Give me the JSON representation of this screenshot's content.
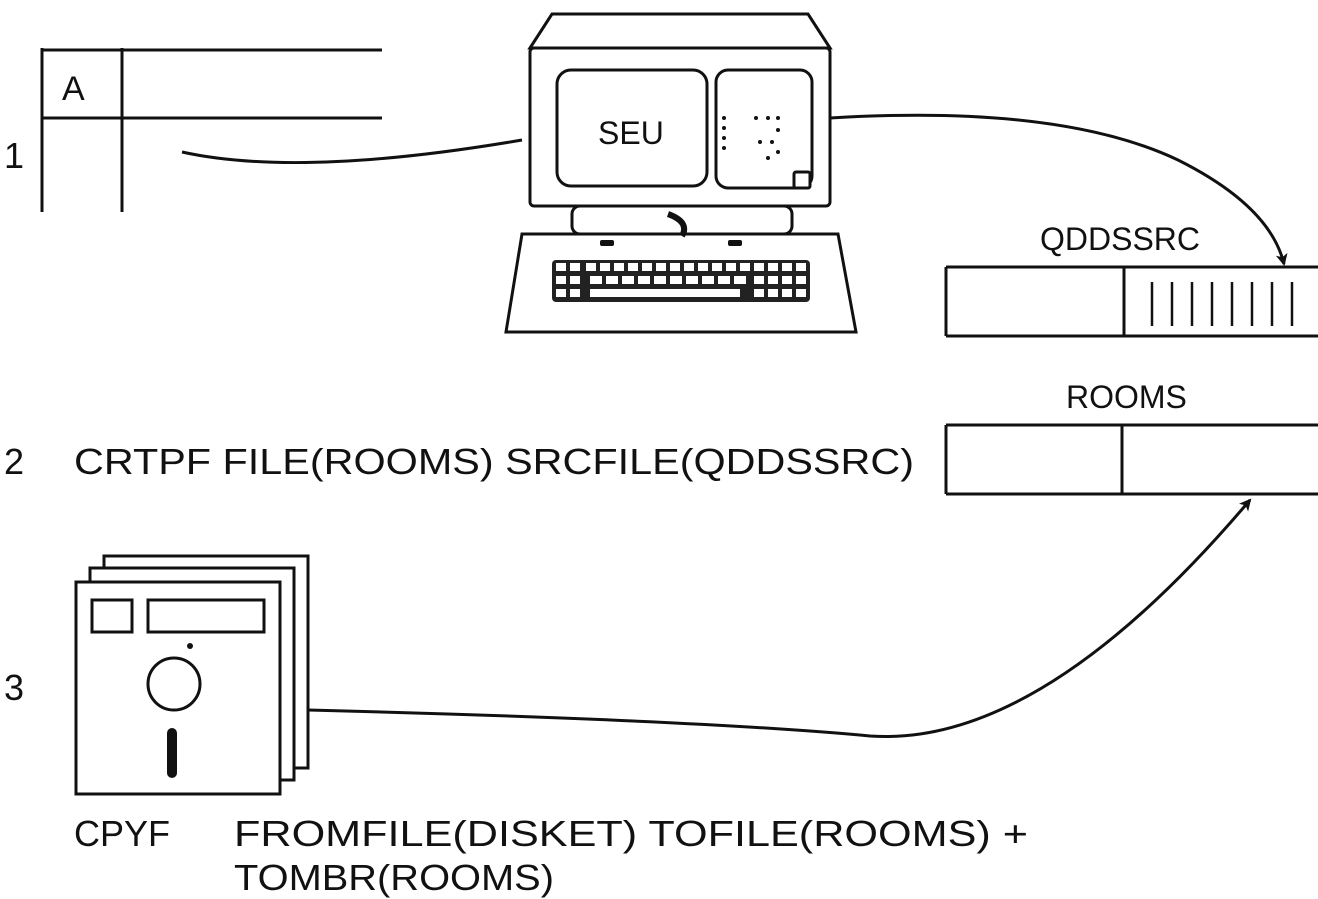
{
  "steps": {
    "step1": {
      "number": "1",
      "form_label": "A",
      "screen_label": "SEU"
    },
    "step2": {
      "number": "2",
      "command": "CRTPF FILE(ROOMS) SRCFILE(QDDSSRC)"
    },
    "step3": {
      "number": "3",
      "command_name": "CPYF",
      "command_line1": "FROMFILE(DISKET) TOFILE(ROOMS) +",
      "command_line2": "TOMBR(ROOMS)"
    }
  },
  "files": {
    "source_file": "QDDSSRC",
    "physical_file": "ROOMS"
  },
  "icons": [
    "coding-form-icon",
    "terminal-icon",
    "keyboard-icon",
    "diskette-icon",
    "arrow-icon"
  ],
  "colors": {
    "ink": "#111111",
    "paper": "#ffffff"
  }
}
